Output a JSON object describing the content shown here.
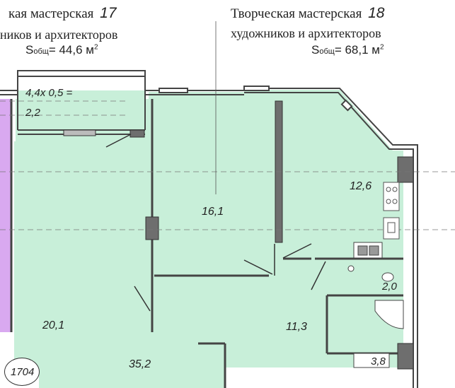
{
  "header_left": {
    "title": "кая мастерская",
    "number": "17",
    "subtitle": "ников и архитекторов",
    "area_label": "S",
    "area_sub": "общ",
    "area_value": "=  44,6 м",
    "area_sup": "2"
  },
  "header_right": {
    "title": "Творческая мастерская",
    "number": "18",
    "subtitle": "художников и архитекторов",
    "area_label": "S",
    "area_sub": "общ",
    "area_value": "=  68,1 м",
    "area_sup": "2"
  },
  "rooms": {
    "balcony_formula": "4,4x 0,5 =",
    "balcony_area": "2,2",
    "r1": "16,1",
    "r2": "12,6",
    "r3": "20,1",
    "r4": "11,3",
    "r5": "2,0",
    "r6": "3,8",
    "r7": "35,2",
    "apartment_no": "1704"
  },
  "colors": {
    "floor": "#c8efd9",
    "wall": "#4a4a4a",
    "wall_fill": "#7a7a7a",
    "purple": "#d9a9f0",
    "line": "#333333"
  }
}
